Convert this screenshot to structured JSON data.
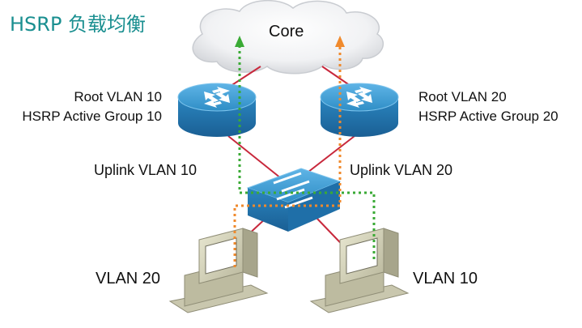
{
  "title": "HSRP 负载均衡",
  "core_label": "Core",
  "routers": [
    {
      "line1": "Root VLAN 10",
      "line2": "HSRP Active Group 10"
    },
    {
      "line1": "Root VLAN 20",
      "line2": "HSRP Active Group 20"
    }
  ],
  "uplinks": [
    "Uplink VLAN 10",
    "Uplink VLAN 20"
  ],
  "hosts": [
    "VLAN 20",
    "VLAN 10"
  ],
  "colors": {
    "title": "#1a8f90",
    "link": "#c8283c",
    "path_green": "#3aaa35",
    "path_orange": "#f08a2c",
    "device_blue": "#2f8ec6"
  }
}
